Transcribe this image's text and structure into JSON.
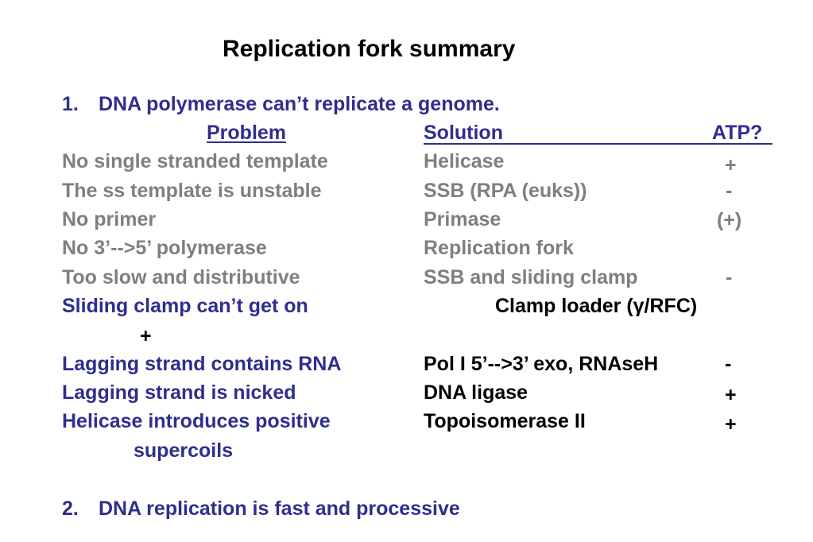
{
  "title": "Replication fork summary",
  "sections": [
    {
      "number": "1.",
      "heading": "DNA polymerase can’t replicate a genome."
    },
    {
      "number": "2.",
      "heading": "DNA replication is fast and processive"
    }
  ],
  "table": {
    "headers": {
      "problem": "Problem",
      "solution": "Solution",
      "atp": "ATP?"
    },
    "rows": [
      {
        "problem": "No single stranded template",
        "solution": "Helicase",
        "atp": "+"
      },
      {
        "problem": "The ss template is unstable",
        "solution": "SSB (RPA (euks))",
        "atp": "-"
      },
      {
        "problem": "No primer",
        "solution": "Primase",
        "atp": "(+)"
      },
      {
        "problem": "No 3’-->5’ polymerase",
        "solution": "Replication fork",
        "atp": ""
      },
      {
        "problem": "Too slow and distributive",
        "solution": "SSB and sliding clamp",
        "atp": "-"
      },
      {
        "problem": "Sliding clamp can’t get on",
        "solution": "Clamp loader (γ/RFC)",
        "atp": "+"
      },
      {
        "problem": "Lagging strand contains RNA",
        "solution": "Pol I 5’-->3’ exo, RNAseH",
        "atp": "-"
      },
      {
        "problem": "Lagging strand is nicked",
        "solution": "DNA ligase",
        "atp": "+"
      },
      {
        "problem": "Helicase introduces positive",
        "problem_cont": "supercoils",
        "solution": "Topoisomerase II",
        "atp": "+"
      }
    ]
  },
  "colors": {
    "blue": "#2e2e8f",
    "gray": "#7f7f7f",
    "black": "#000000"
  }
}
